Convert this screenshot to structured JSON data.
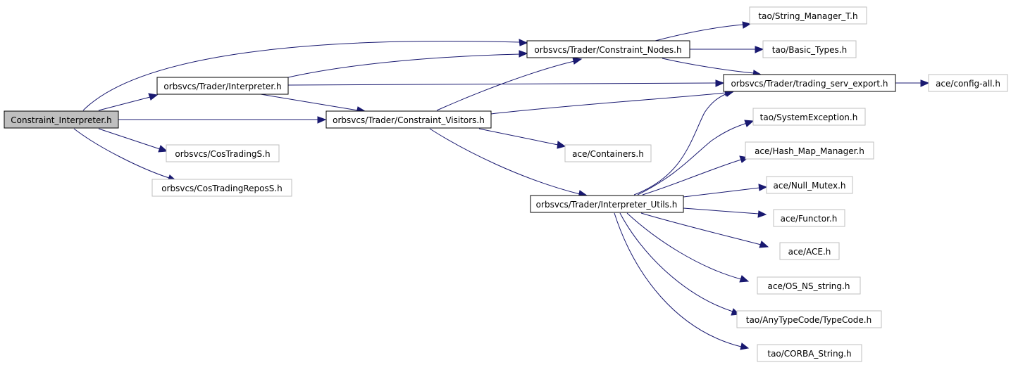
{
  "nodes": {
    "root": "Constraint_Interpreter.h",
    "interpreter": "orbsvcs/Trader/Interpreter.h",
    "cos_trading_s": "orbsvcs/CosTradingS.h",
    "cos_trading_repos_s": "orbsvcs/CosTradingReposS.h",
    "constraint_nodes": "orbsvcs/Trader/Constraint_Nodes.h",
    "constraint_visitors": "orbsvcs/Trader/Constraint_Visitors.h",
    "interpreter_utils": "orbsvcs/Trader/Interpreter_Utils.h",
    "ace_containers": "ace/Containers.h",
    "string_manager": "tao/String_Manager_T.h",
    "basic_types": "tao/Basic_Types.h",
    "trading_serv_export": "orbsvcs/Trader/trading_serv_export.h",
    "config_all": "ace/config-all.h",
    "system_exception": "tao/SystemException.h",
    "hash_map_manager": "ace/Hash_Map_Manager.h",
    "null_mutex": "ace/Null_Mutex.h",
    "functor": "ace/Functor.h",
    "ace_h": "ace/ACE.h",
    "os_ns_string": "ace/OS_NS_string.h",
    "typecode": "tao/AnyTypeCode/TypeCode.h",
    "corba_string": "tao/CORBA_String.h"
  },
  "colors": {
    "edge": "#191970",
    "root_fill": "#bfbfbf",
    "external_border": "#bfbfbf",
    "internal_border": "#000000"
  }
}
